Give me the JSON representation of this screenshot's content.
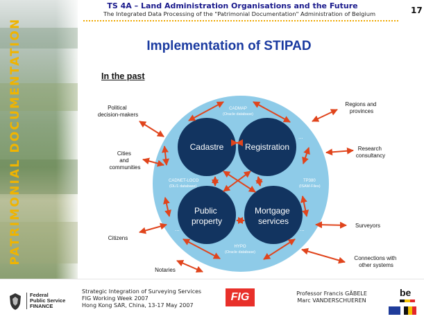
{
  "header": {
    "title": "TS 4A – Land Administration Organisations and the Future",
    "subtitle": "The Integrated Data Processing of the \"Patrimonial Documentation\" Administration of Belgium",
    "page_number": "17"
  },
  "sidebar": {
    "vertical_title": "PATRIMONIAL DOCUMENTATION"
  },
  "slide": {
    "title": "Implementation of STIPAD",
    "section": "In the past"
  },
  "diagram": {
    "nodes": [
      {
        "id": "cadastre",
        "label": "Cadastre"
      },
      {
        "id": "registration",
        "label": "Registration"
      },
      {
        "id": "public_property",
        "label": "Public property"
      },
      {
        "id": "mortgage",
        "label": "Mortgage services"
      }
    ],
    "databases": [
      {
        "id": "cadmap",
        "line1": "CADMAP",
        "line2": "(Oracle database)"
      },
      {
        "id": "cadnet",
        "line1": "CADNET-LOCO",
        "line2": "(DL/1 database)"
      },
      {
        "id": "tp380",
        "line1": "TP380",
        "line2": "(ISAM-Files)"
      },
      {
        "id": "hypo",
        "line1": "HYPO",
        "line2": "(Oracle database)"
      }
    ],
    "ellipsis": "...",
    "external": {
      "political": "Political decision-makers",
      "cities": "Cities and communities",
      "citizens": "Citizens",
      "notaries": "Notaries",
      "regions": "Regions and provinces",
      "research": "Research consultancy",
      "surveyors": "Surveyors",
      "connections": "Connections with other systems"
    },
    "colors": {
      "ring": "#8ecbe8",
      "node": "#123460",
      "arrow": "#e0441c"
    }
  },
  "footer": {
    "org_line1": "Federal",
    "org_line2": "Public Service",
    "org_line3": "FINANCE",
    "event_line1": "Strategic Integration of Surveying Services",
    "event_line2": "FIG Working Week 2007",
    "event_line3": "Hong Kong SAR, China, 13-17 May 2007",
    "fig_logo": "FIG",
    "author1": "Professor Francis GÄBELE",
    "author2": "Marc VANDERSCHUEREN",
    "be_logo": "be"
  }
}
